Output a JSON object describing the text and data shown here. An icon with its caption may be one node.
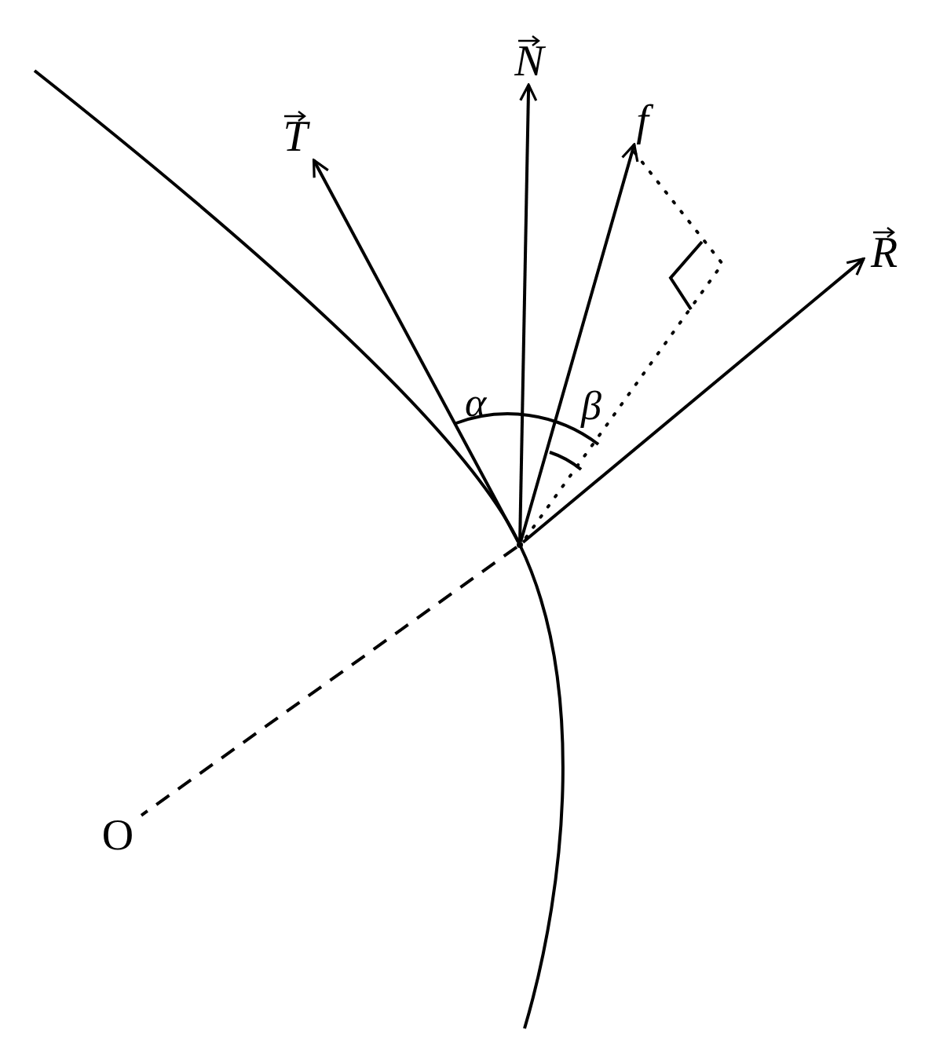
{
  "diagram": {
    "nodes": [
      {
        "text": [
          "T"
        ]
      },
      {
        "text": [
          "N"
        ]
      },
      {
        "text": [
          "f"
        ]
      },
      {
        "text": [
          "R"
        ]
      },
      {
        "text": [],
        "shape": "point"
      },
      {
        "text": [
          "O"
        ]
      }
    ],
    "edges": [
      {
        "from": 4,
        "to": 0,
        "arrow": "to"
      },
      {
        "from": 4,
        "to": 1,
        "arrow": "to"
      },
      {
        "from": 4,
        "to": 2,
        "arrow": "to"
      },
      {
        "from": 4,
        "to": 3,
        "arrow": "to"
      },
      {
        "from": 4,
        "to": 5,
        "arrow": "none",
        "style": "dashed"
      }
    ],
    "labels": [
      "α",
      "β"
    ]
  }
}
